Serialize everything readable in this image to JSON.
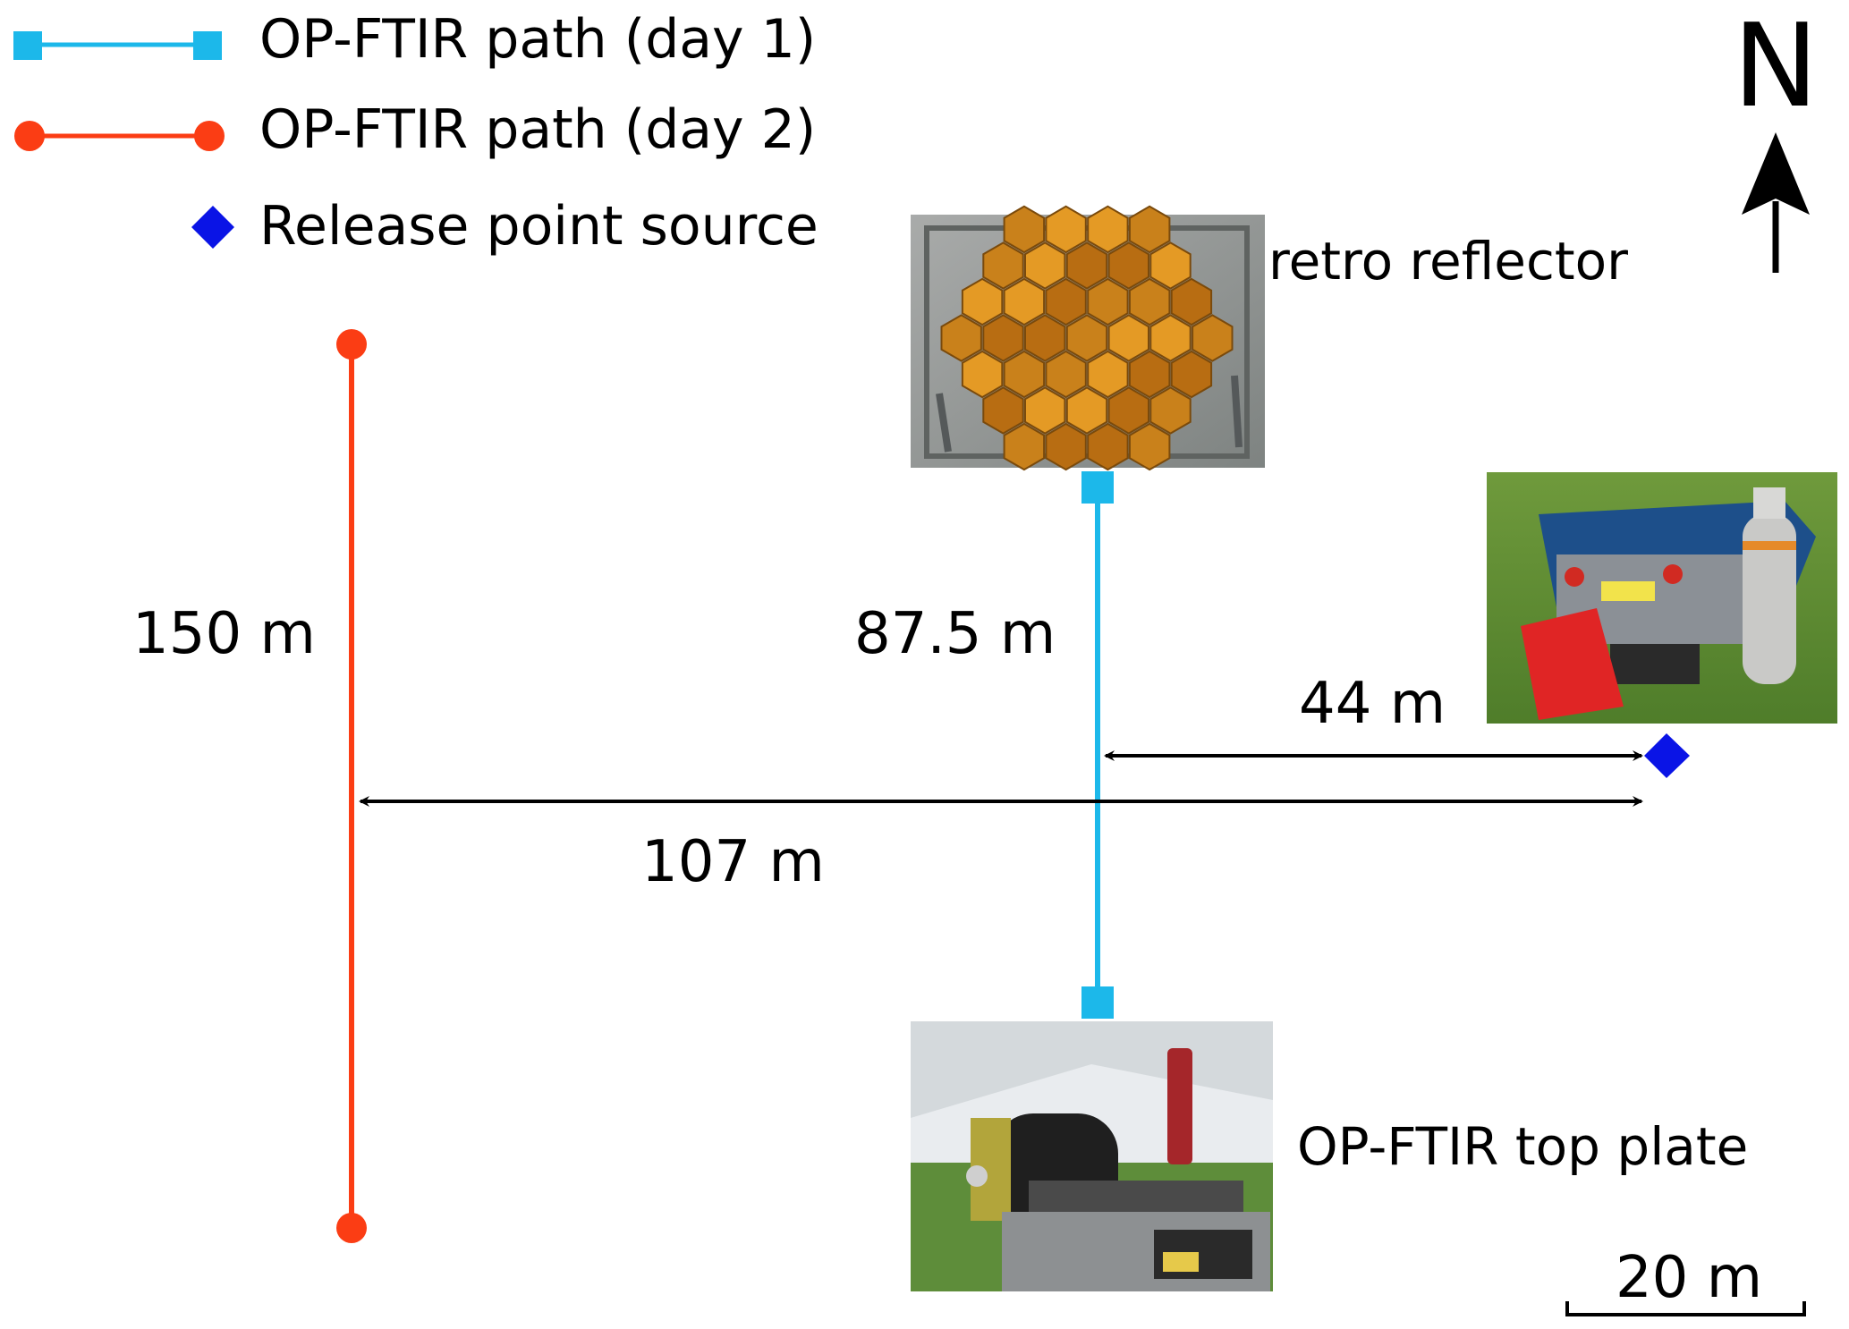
{
  "legend": {
    "day1_label": "OP-FTIR path (day 1)",
    "day2_label": "OP-FTIR path (day 2)",
    "source_label": "Release point source"
  },
  "north": {
    "label": "N"
  },
  "labels": {
    "retro_reflector": "retro reflector",
    "top_plate": "OP-FTIR top plate",
    "path_day2_length": "150 m",
    "path_day1_length": "87.5 m",
    "source_to_day1": "44 m",
    "source_to_day2": "107 m"
  },
  "scale_bar": {
    "label": "20 m"
  },
  "colors": {
    "day1": "#1cb8ea",
    "day2": "#fb3d14",
    "source": "#0a14e6",
    "arrow": "#000000"
  },
  "photos": {
    "retro_reflector": "retro-reflector-photo",
    "trailer": "trailer-photo",
    "top_plate": "op-ftir-instrument-photo"
  }
}
